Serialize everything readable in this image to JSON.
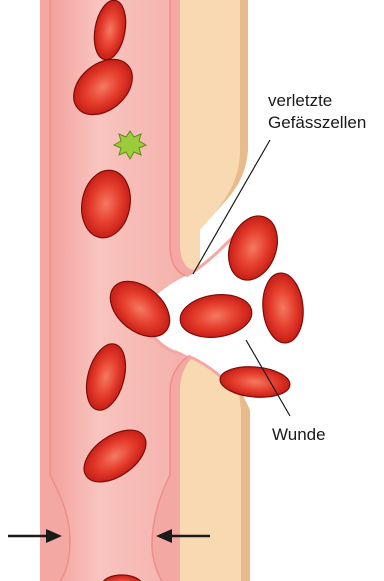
{
  "labels": {
    "injured_cells": [
      "verletzte",
      "Gefässzellen"
    ],
    "wound": "Wunde"
  },
  "colors": {
    "vessel_wall": "#f4a8a4",
    "vessel_lumen": "#f8c2bd",
    "tissue": "#f9d9b2",
    "tissue_edge": "#e5b989",
    "cell_fill": "#d0261e",
    "cell_center": "#f06a55",
    "cell_outline": "#7a0e0a",
    "platelet": "#9ccc3c",
    "arrow": "#1a1a1a"
  },
  "icons": [
    "red-blood-cell",
    "activated-platelet",
    "constriction-arrow"
  ]
}
